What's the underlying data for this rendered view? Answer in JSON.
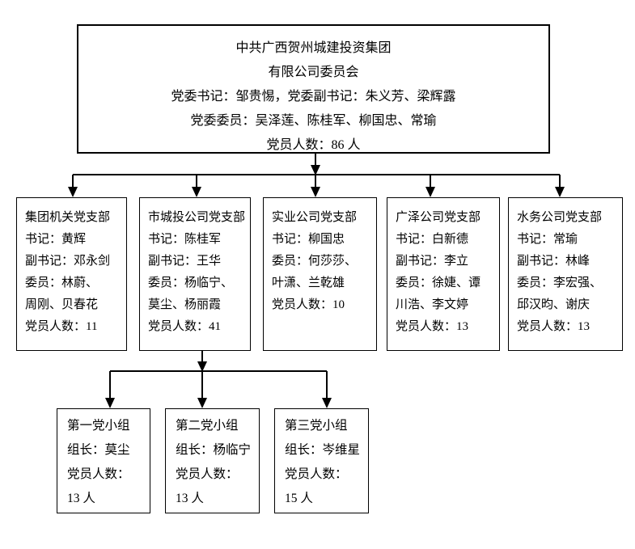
{
  "colors": {
    "line": "#000000",
    "box_border": "#000000",
    "background": "#ffffff",
    "text": "#000000"
  },
  "top_box": {
    "lines": [
      "中共广西贺州城建投资集团",
      "有限公司委员会",
      "党委书记：邹贵惕，党委副书记：朱义芳、梁辉露",
      "党委委员：吴泽莲、陈桂军、柳国忠、常瑜",
      "党员人数：86 人"
    ]
  },
  "branches": [
    {
      "title": "集团机关党支部",
      "lines": [
        "书记：黄辉",
        "副书记：邓永剑",
        "委员：林蔚、",
        "周刚、贝春花",
        "党员人数：11"
      ]
    },
    {
      "title": "市城投公司党支部",
      "lines": [
        "书记：陈桂军",
        "副书记：王华",
        "委员：杨临宁、",
        "莫尘、杨丽霞",
        "党员人数：41"
      ]
    },
    {
      "title": "实业公司党支部",
      "lines": [
        "书记：柳国忠",
        "委员：何莎莎、",
        "叶潇、兰乾雄",
        "党员人数：10"
      ]
    },
    {
      "title": "广泽公司党支部",
      "lines": [
        "书记：白新德",
        "副书记：李立",
        "委员：徐婕、谭",
        "川浩、李文婷",
        "党员人数：13"
      ]
    },
    {
      "title": "水务公司党支部",
      "lines": [
        "书记：常瑜",
        "副书记：林峰",
        "委员：李宏强、",
        "邱汉昀、谢庆",
        "党员人数：13"
      ]
    }
  ],
  "groups": [
    {
      "title": "第一党小组",
      "lines": [
        "组长：莫尘",
        "党员人数：",
        "13 人"
      ]
    },
    {
      "title": "第二党小组",
      "lines": [
        "组长：杨临宁",
        "党员人数：",
        "13 人"
      ]
    },
    {
      "title": "第三党小组",
      "lines": [
        "组长：岑维星",
        "党员人数：",
        "15 人"
      ]
    }
  ]
}
